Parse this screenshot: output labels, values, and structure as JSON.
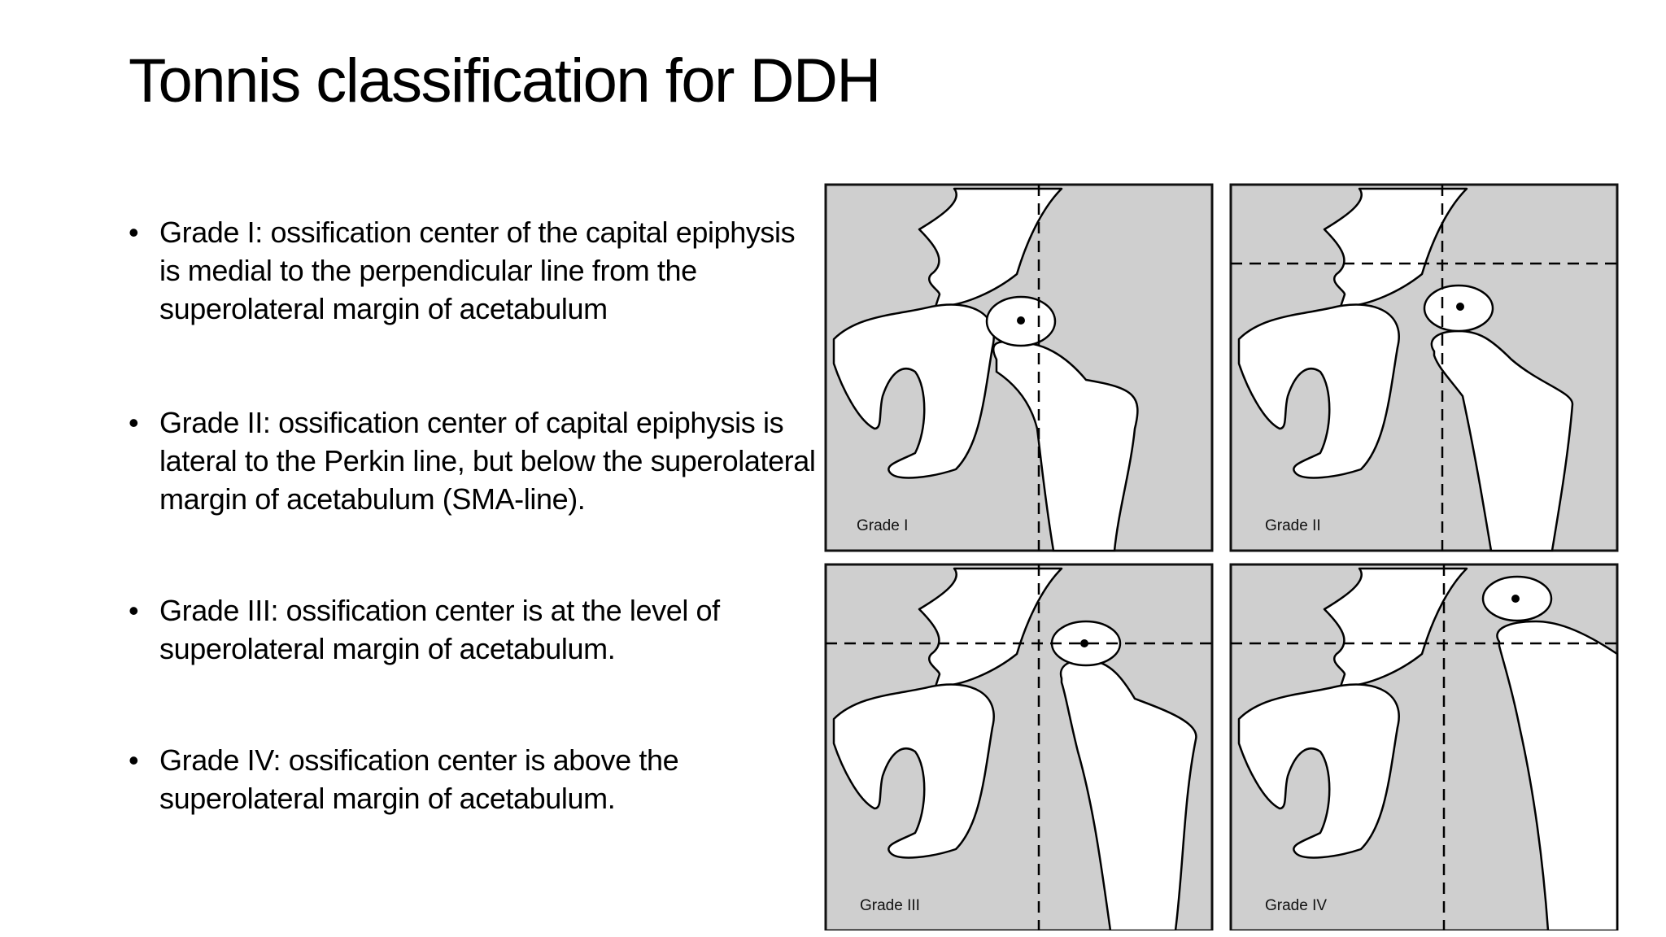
{
  "slide": {
    "title": "Tonnis classification for DDH",
    "bullets": [
      {
        "text": "Grade I: ossification center of the capital epiphysis is medial to the perpendicular line from the superolateral margin of acetabulum"
      },
      {
        "text": "Grade II: ossification center of capital epiphysis is lateral to the Perkin line, but below the superolateral margin of acetabulum (SMA-line)."
      },
      {
        "text": "Grade III: ossification center is at the level of superolateral margin of acetabulum."
      },
      {
        "text": "Grade IV: ossification center is above the superolateral margin of  acetabulum."
      }
    ]
  },
  "figure": {
    "panels": [
      {
        "label": "Grade I"
      },
      {
        "label": "Grade II"
      },
      {
        "label": "Grade III"
      },
      {
        "label": "Grade IV"
      }
    ],
    "colors": {
      "background": "#cfcfcf",
      "bone": "#ffffff",
      "stroke": "#000000"
    }
  }
}
